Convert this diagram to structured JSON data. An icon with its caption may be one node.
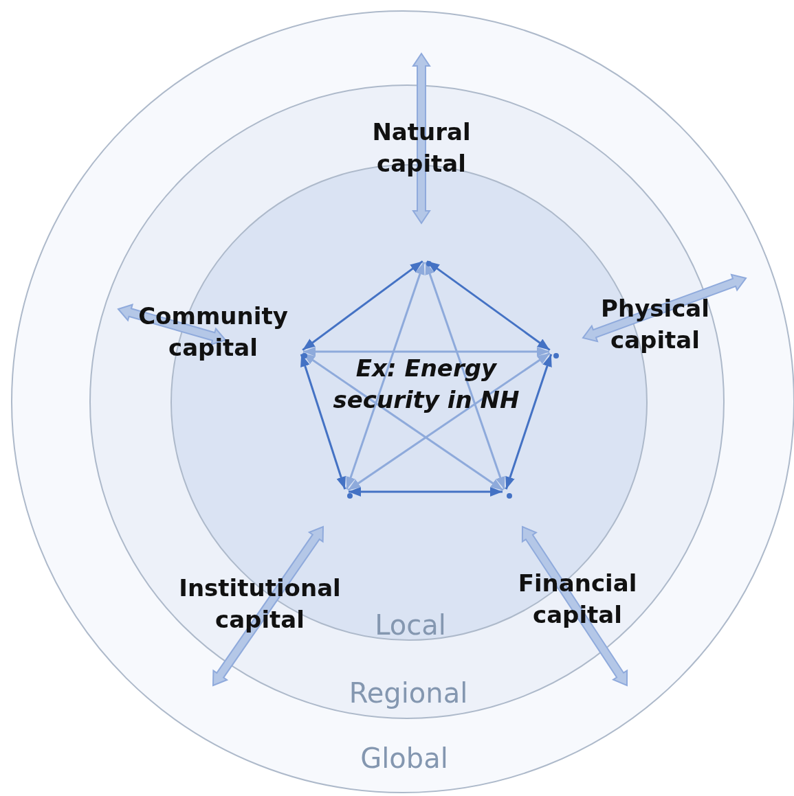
{
  "diagram": {
    "nodes": [
      {
        "text": [
          "Global"
        ]
      },
      {
        "text": [
          "Regional"
        ],
        "in": 0
      },
      {
        "text": [
          "Local"
        ],
        "in": 1
      },
      {
        "text": [],
        "shape": "point",
        "in": 2
      },
      {
        "text": [],
        "shape": "point",
        "in": 2
      },
      {
        "text": [],
        "shape": "point",
        "in": 2
      },
      {
        "text": [],
        "shape": "point",
        "in": 2
      },
      {
        "text": [],
        "shape": "point",
        "in": 2
      }
    ],
    "edges": [
      {
        "from": 3,
        "to": 4,
        "arrow": "both",
        "color": "#4472c4"
      },
      {
        "from": 4,
        "to": 5,
        "arrow": "both",
        "color": "#4472c4"
      },
      {
        "from": 5,
        "to": 6,
        "arrow": "both",
        "color": "#4472c4"
      },
      {
        "from": 6,
        "to": 7,
        "arrow": "both",
        "color": "#4472c4"
      },
      {
        "from": 7,
        "to": 3,
        "arrow": "both",
        "color": "#4472c4"
      },
      {
        "from": 3,
        "to": 5,
        "arrow": "both",
        "color": "#8eaadb"
      },
      {
        "from": 3,
        "to": 6,
        "arrow": "both",
        "color": "#8eaadb"
      },
      {
        "from": 4,
        "to": 6,
        "arrow": "both",
        "color": "#8eaadb"
      },
      {
        "from": 4,
        "to": 7,
        "arrow": "both",
        "color": "#8eaadb"
      },
      {
        "from": 5,
        "to": 7,
        "arrow": "both",
        "color": "#8eaadb"
      }
    ],
    "labels": [
      "Natural capital",
      "Community capital",
      "Physical capital",
      "Ex: Energy security in NH",
      "Institutional capital",
      "Financial capital"
    ]
  }
}
